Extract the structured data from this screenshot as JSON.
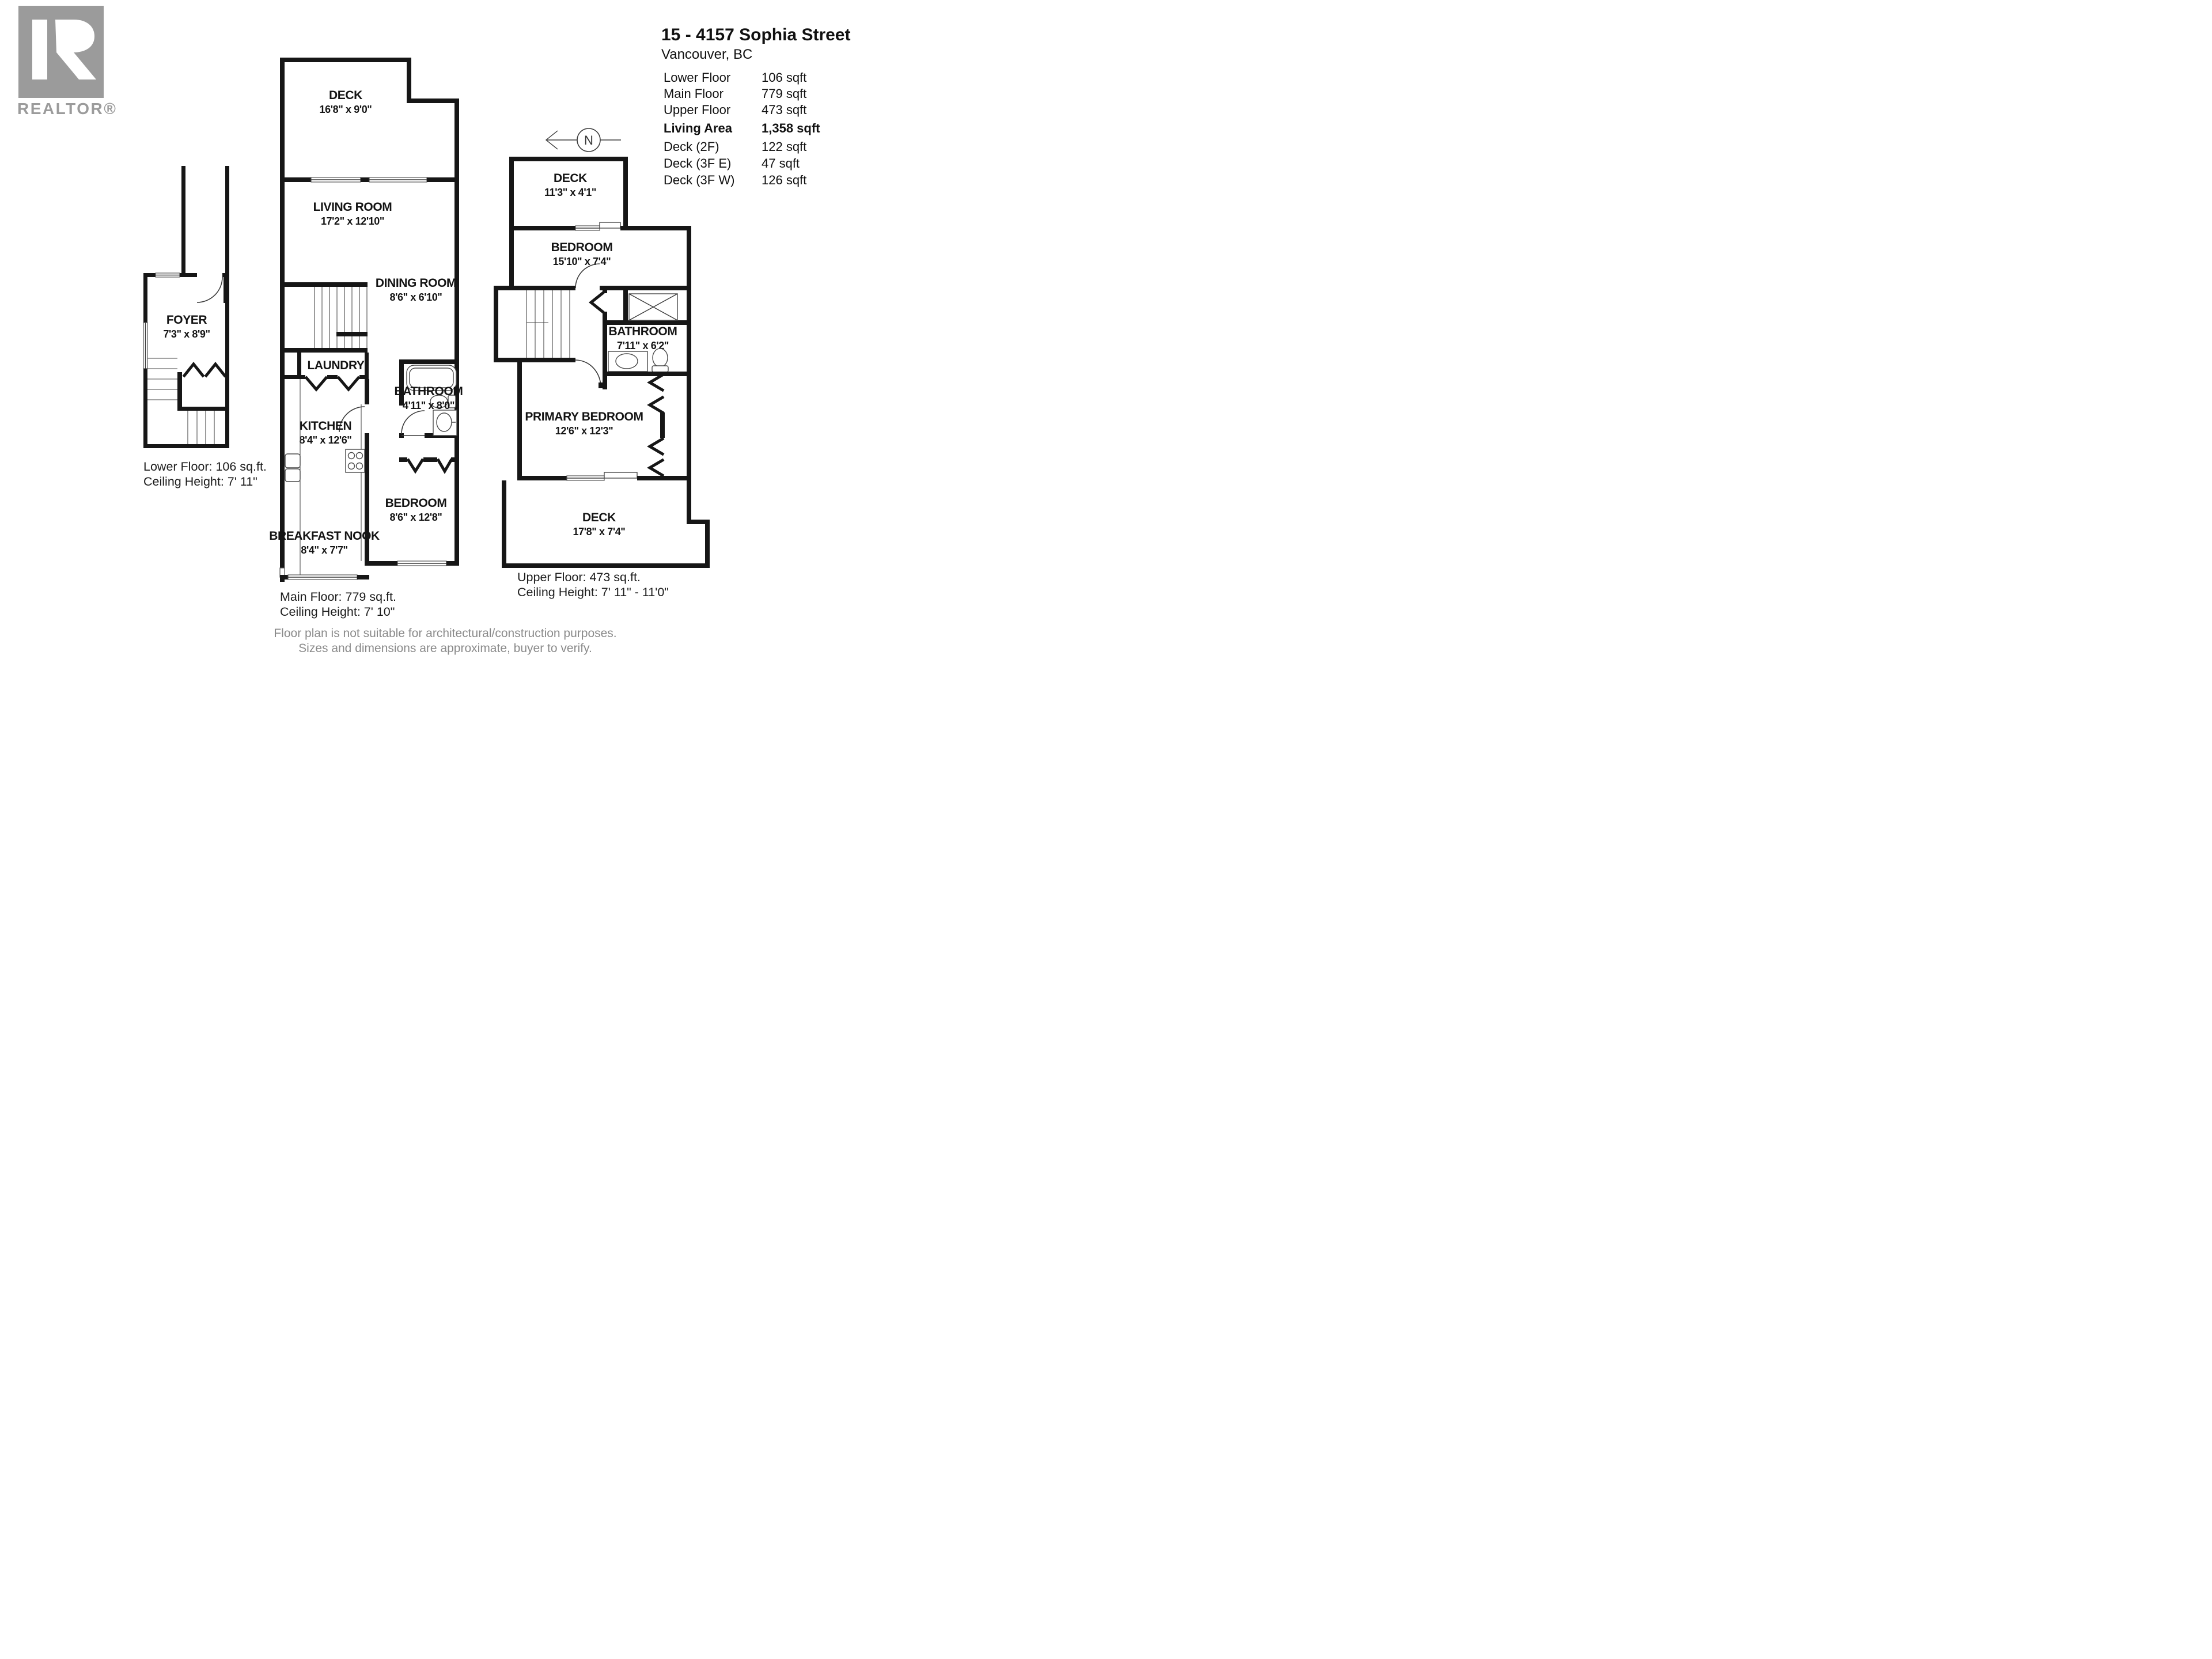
{
  "logo": {
    "brand": "REALTOR®"
  },
  "header": {
    "title": "15 - 4157 Sophia Street",
    "subtitle": "Vancouver, BC"
  },
  "area_table": {
    "rows": [
      {
        "label": "Lower Floor",
        "value": "106 sqft"
      },
      {
        "label": "Main Floor",
        "value": "779 sqft"
      },
      {
        "label": "Upper Floor",
        "value": "473 sqft"
      },
      {
        "label": "Living Area",
        "value": "1,358 sqft"
      },
      {
        "label": "Deck (2F)",
        "value": "122 sqft"
      },
      {
        "label": "Deck (3F E)",
        "value": "47 sqft"
      },
      {
        "label": "Deck (3F W)",
        "value": "126 sqft"
      }
    ]
  },
  "compass": {
    "label": "N"
  },
  "rooms": {
    "foyer": {
      "name": "FOYER",
      "dims": "7'3\" x 8'9\""
    },
    "main_deck": {
      "name": "DECK",
      "dims": "16'8\" x 9'0\""
    },
    "living_room": {
      "name": "LIVING ROOM",
      "dims": "17'2\" x 12'10\""
    },
    "dining_room": {
      "name": "DINING ROOM",
      "dims": "8'6\" x 6'10\""
    },
    "laundry": {
      "name": "LAUNDRY"
    },
    "main_bathroom": {
      "name": "BATHROOM",
      "dims": "4'11\" x 8'0\""
    },
    "kitchen": {
      "name": "KITCHEN",
      "dims": "8'4\" x 12'6\""
    },
    "main_bedroom": {
      "name": "BEDROOM",
      "dims": "8'6\" x 12'8\""
    },
    "breakfast_nook": {
      "name": "BREAKFAST NOOK",
      "dims": "8'4\" x 7'7\""
    },
    "upper_deck": {
      "name": "DECK",
      "dims": "11'3\" x 4'1\""
    },
    "upper_bedroom": {
      "name": "BEDROOM",
      "dims": "15'10\" x 7'4\""
    },
    "upper_bathroom": {
      "name": "BATHROOM",
      "dims": "7'11\" x 6'2\""
    },
    "primary_bedroom": {
      "name": "PRIMARY BEDROOM",
      "dims": "12'6\" x 12'3\""
    },
    "rear_deck": {
      "name": "DECK",
      "dims": "17'8\" x 7'4\""
    }
  },
  "captions": {
    "lower_area": "Lower Floor: 106 sq.ft.",
    "lower_ceiling": "Ceiling Height: 7' 11\"",
    "main_area": "Main Floor: 779 sq.ft.",
    "main_ceiling": "Ceiling Height: 7' 10\"",
    "upper_area": "Upper Floor: 473 sq.ft.",
    "upper_ceiling": "Ceiling Height: 7' 11\" - 11'0\""
  },
  "footer": {
    "line1": "Floor plan is not suitable for architectural/construction purposes.",
    "line2": "Sizes and dimensions are approximate, buyer to verify."
  }
}
